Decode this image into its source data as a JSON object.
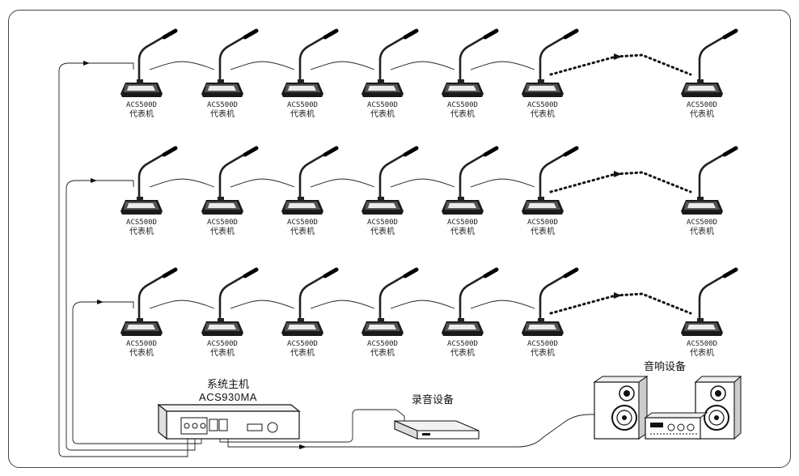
{
  "delegate_unit": {
    "model": "ACS500D",
    "type": "代表机"
  },
  "rows": [
    {
      "units": 7
    },
    {
      "units": 7
    },
    {
      "units": 7
    }
  ],
  "main_unit": {
    "title": "系统主机",
    "model": "ACS930MA"
  },
  "recorder": {
    "label": "录音设备"
  },
  "audio": {
    "label": "音响设备"
  }
}
